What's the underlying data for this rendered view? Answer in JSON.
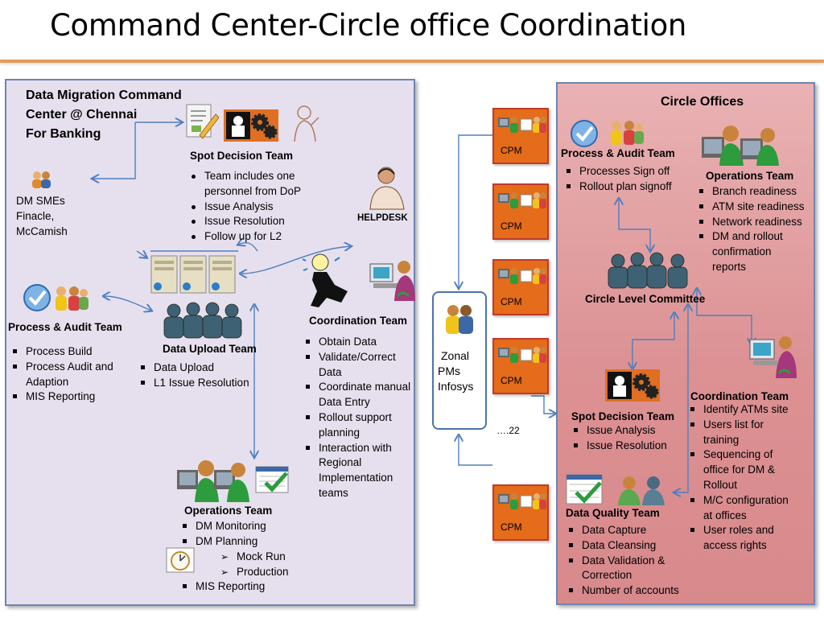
{
  "title": "Command Center-Circle office Coordination",
  "left": {
    "heading": [
      "Data Migration Command",
      "Center @ Chennai",
      "For Banking"
    ],
    "dm_smes": [
      "DM SMEs",
      "Finacle,",
      "McCamish"
    ],
    "spot_decision": {
      "title": "Spot Decision Team",
      "items": [
        "Team includes one",
        "personnel from DoP",
        "Issue Analysis",
        "Issue Resolution",
        "Follow up for L2"
      ]
    },
    "helpdesk": "HELPDESK",
    "process_audit": {
      "title": "Process & Audit Team",
      "items": [
        "Process Build",
        "Process Audit and",
        "Adaption",
        "MIS Reporting"
      ]
    },
    "data_upload": {
      "title": "Data Upload Team",
      "items": [
        "Data Upload",
        "L1 Issue Resolution"
      ]
    },
    "coordination": {
      "title": "Coordination Team",
      "items": [
        "Obtain Data",
        "Validate/Correct",
        "Data",
        "Coordinate manual",
        "Data Entry",
        "Rollout support",
        "planning",
        "Interaction with",
        "Regional",
        "Implementation",
        "teams"
      ]
    },
    "operations": {
      "title": "Operations Team",
      "items": [
        "DM Monitoring",
        "DM Planning"
      ],
      "sub_items": [
        "Mock Run",
        "Production"
      ],
      "last_item": "MIS Reporting"
    }
  },
  "middle": {
    "cpm_label": "CPM",
    "zonal": [
      "Zonal",
      "PMs",
      "Infosys"
    ],
    "count": "….22"
  },
  "right": {
    "heading": "Circle Offices",
    "process_audit": {
      "title": "Process & Audit Team",
      "items": [
        "Processes Sign off",
        "Rollout plan signoff"
      ]
    },
    "operations": {
      "title": "Operations Team",
      "items": [
        "Branch readiness",
        "ATM site readiness",
        "Network readiness",
        "DM and rollout",
        "confirmation",
        "reports"
      ]
    },
    "committee": "Circle Level Committee",
    "coordination": {
      "title": "Coordination Team",
      "items": [
        "Identify ATMs site",
        "Users list for",
        "training",
        "Sequencing of",
        "office for DM &",
        "Rollout",
        "M/C configuration",
        "at offices",
        "User roles and",
        "access rights"
      ]
    },
    "spot_decision": {
      "title": "Spot Decision Team",
      "items": [
        "Issue Analysis",
        "Issue Resolution"
      ]
    },
    "data_quality": {
      "title": "Data Quality Team",
      "items": [
        "Data Capture",
        "Data Cleansing",
        "Data Validation &",
        "Correction",
        "Number of accounts"
      ]
    }
  },
  "colors": {
    "accent_rule": "#e39b5a",
    "left_panel": "#e6e0ee",
    "right_panel": "#d98b8e",
    "cpm_box": "#e46c1a",
    "arrow": "#4f7fbf"
  }
}
